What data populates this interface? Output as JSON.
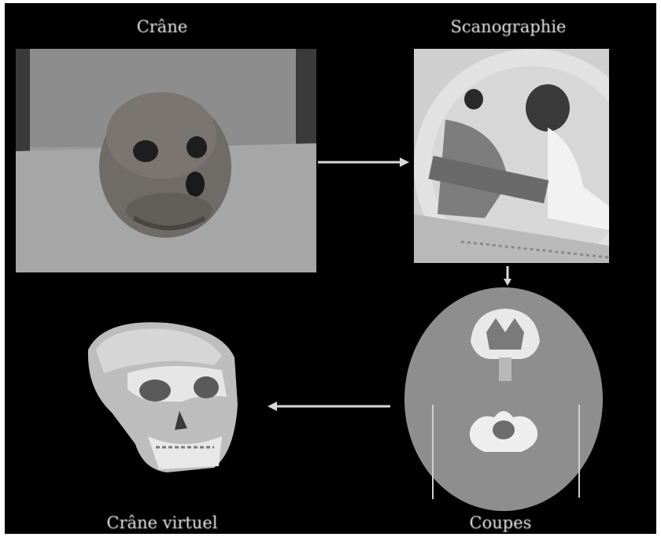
{
  "labels": {
    "skull": "Crâne",
    "scan": "Scanographie",
    "slice": "Coupes",
    "virtual": "Crâne virtuel"
  },
  "icons": {
    "skull_photo": "skull-photo-icon",
    "ct_scanner": "ct-scanner-photo-icon",
    "ct_slice": "ct-slice-icon",
    "virtual_skull": "virtual-skull-render-icon"
  },
  "colors": {
    "background": "#000000",
    "label_text": "#e8e8e8",
    "arrow": "#d8d8d8",
    "slice_gray": "#8e8e8e"
  }
}
